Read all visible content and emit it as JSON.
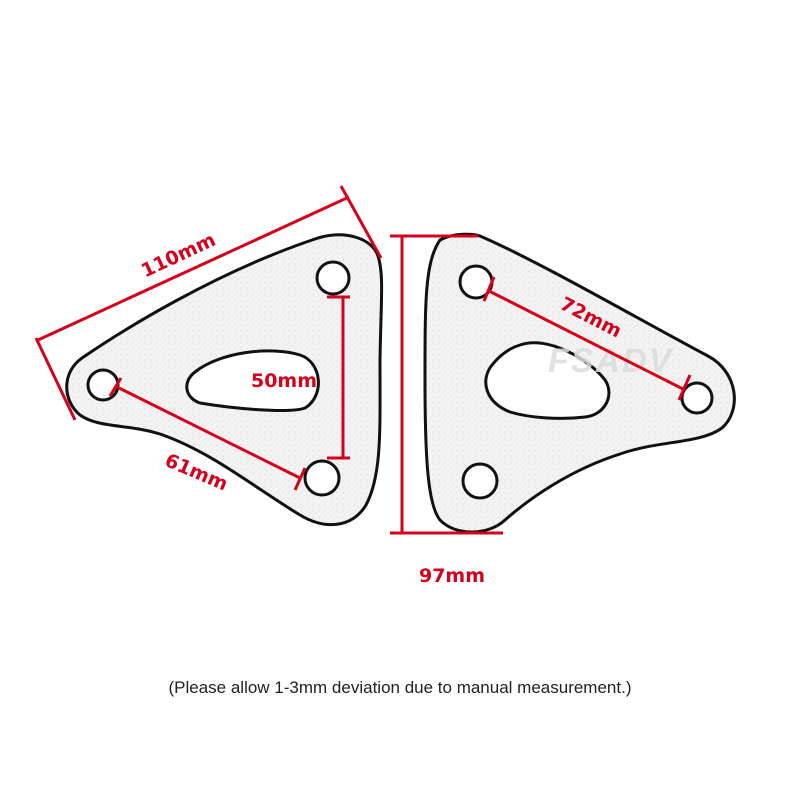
{
  "dimensions": {
    "left_top_edge": "110mm",
    "left_vertical": "50mm",
    "left_bottom": "61mm",
    "right_height": "97mm",
    "right_diagonal": "72mm"
  },
  "watermark": "FSADV",
  "caption": "(Please allow 1-3mm deviation due to manual measurement.)",
  "colors": {
    "dimension": "#d6001c",
    "outline": "#111111",
    "plate_fill": "#f4f4f4",
    "watermark": "#dcdcdc"
  }
}
